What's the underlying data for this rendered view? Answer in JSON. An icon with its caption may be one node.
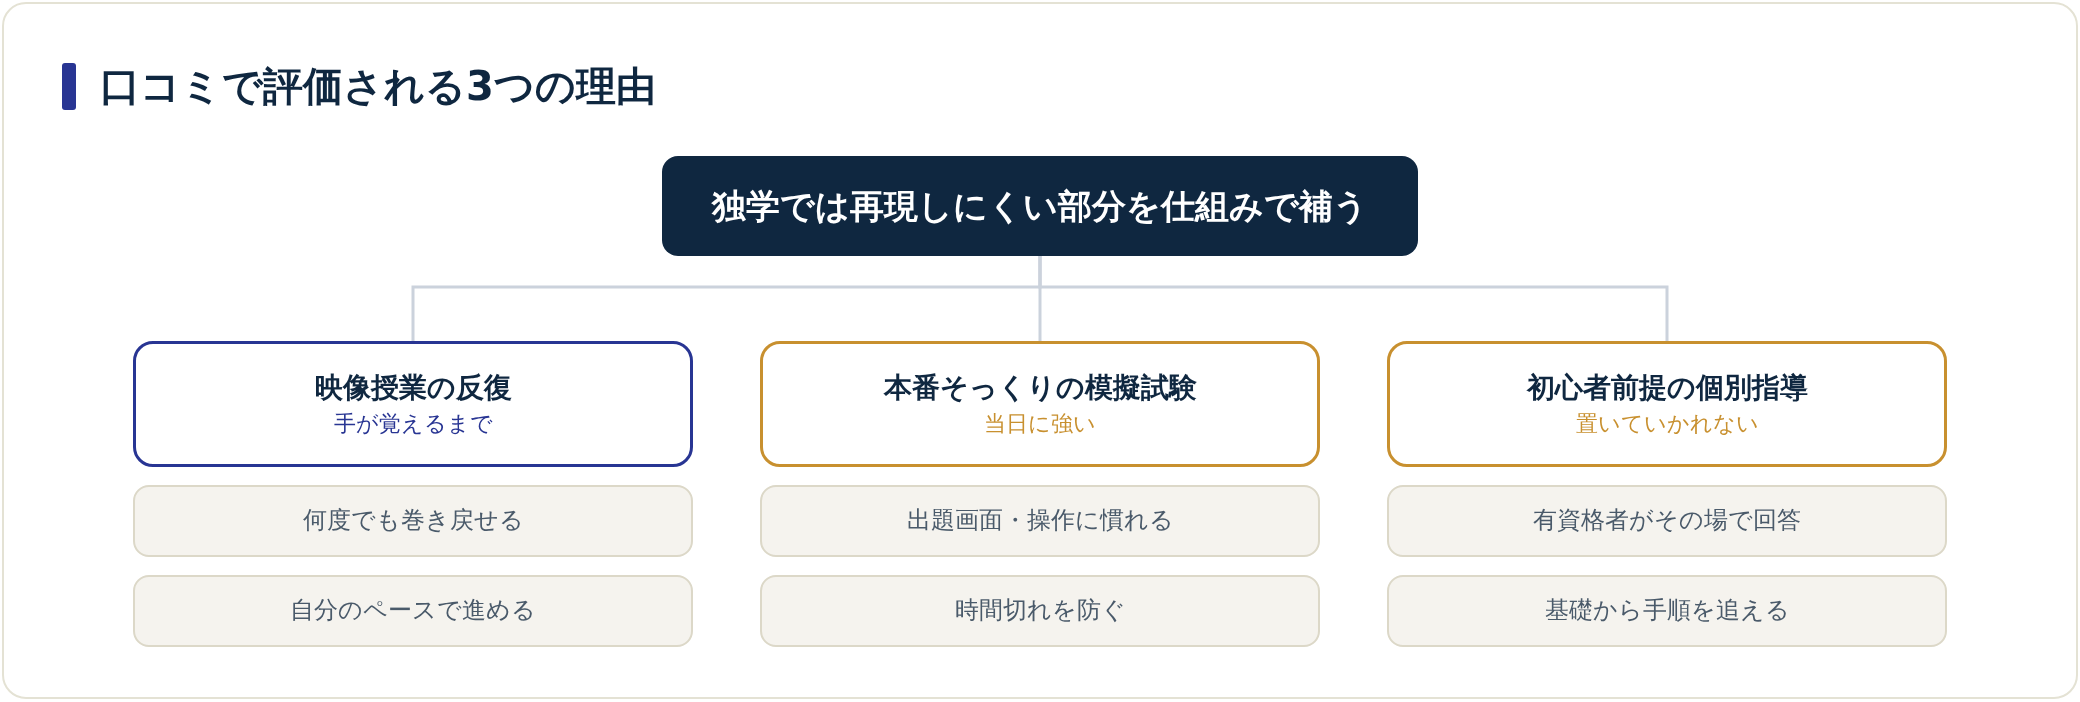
{
  "diagram": {
    "title": "口コミで評価される3つの理由",
    "nodes": [
      {
        "text": [
          "独学では再現しにくい部分を仕組みで補う"
        ]
      },
      {
        "text": [
          "映像授業の反復",
          "手が覚えるまで"
        ]
      },
      {
        "text": [
          "何度でも巻き戻せる"
        ]
      },
      {
        "text": [
          "自分のペースで進める"
        ]
      },
      {
        "text": [
          "本番そっくりの模擬試験",
          "当日に強い"
        ]
      },
      {
        "text": [
          "出題画面・操作に慣れる"
        ]
      },
      {
        "text": [
          "時間切れを防ぐ"
        ]
      },
      {
        "text": [
          "初心者前提の個別指導",
          "置いていかれない"
        ]
      },
      {
        "text": [
          "有資格者がその場で回答"
        ]
      },
      {
        "text": [
          "基礎から手順を追える"
        ]
      }
    ],
    "edges": [
      {
        "from": 0,
        "to": 1,
        "arrow": "none"
      },
      {
        "from": 0,
        "to": 4,
        "arrow": "none"
      },
      {
        "from": 0,
        "to": 7,
        "arrow": "none"
      }
    ]
  }
}
